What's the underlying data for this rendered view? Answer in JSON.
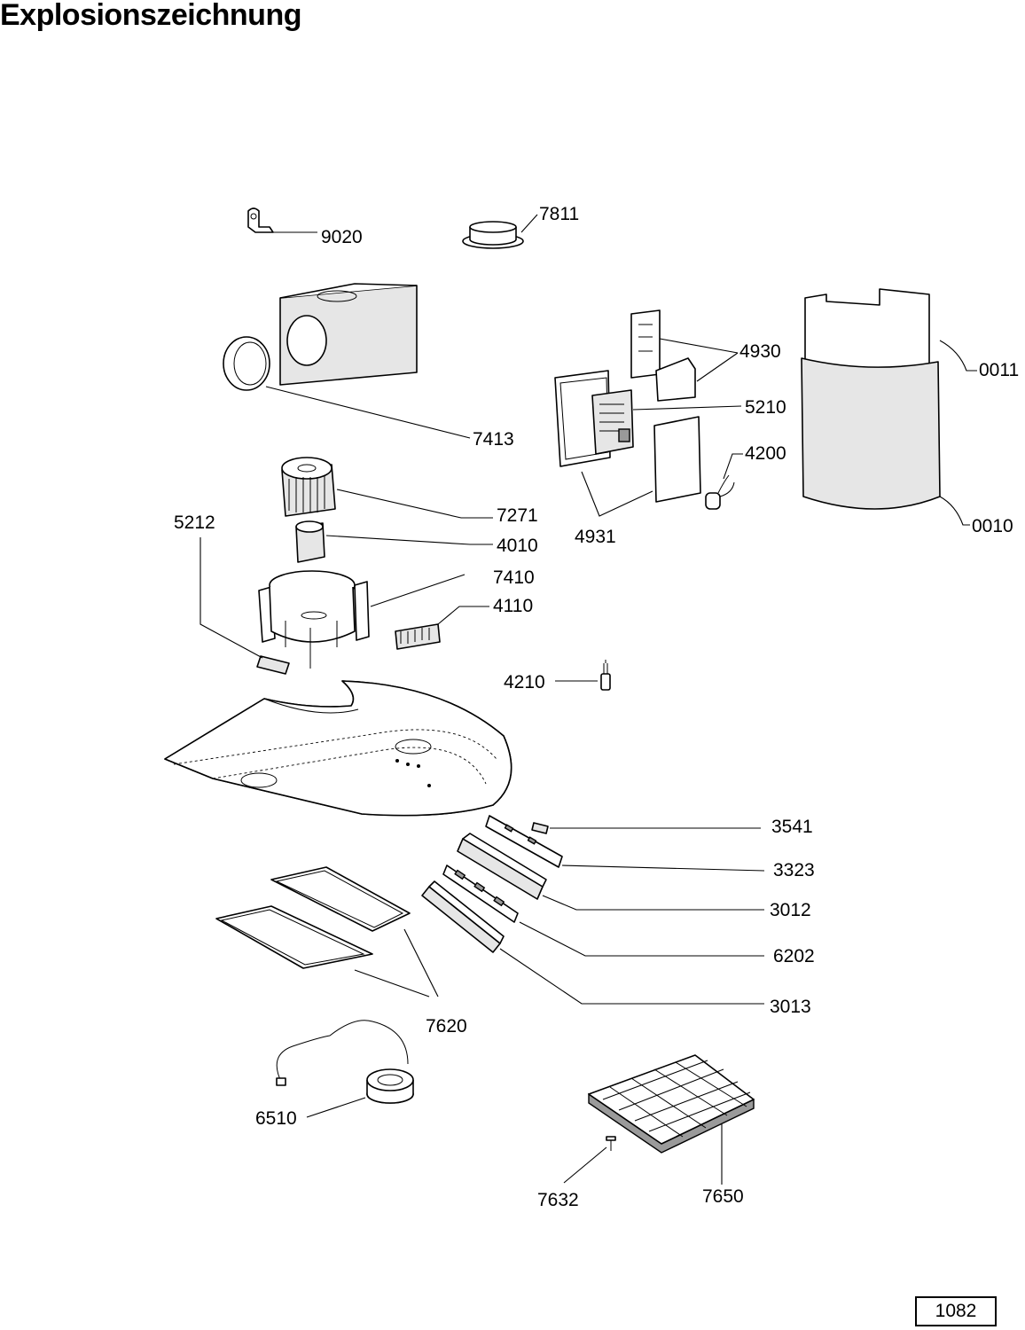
{
  "title": "Explosionszeichnung",
  "page_number": "1082",
  "parts": {
    "p9020": "9020",
    "p7811": "7811",
    "p7413": "7413",
    "p4930": "4930",
    "p0011": "0011",
    "p5210": "5210",
    "p4200": "4200",
    "p0010": "0010",
    "p4931": "4931",
    "p7271": "7271",
    "p5212": "5212",
    "p4010": "4010",
    "p7410": "7410",
    "p4110": "4110",
    "p4210": "4210",
    "p3541": "3541",
    "p3323": "3323",
    "p3012": "3012",
    "p6202": "6202",
    "p3013": "3013",
    "p7620": "7620",
    "p6510": "6510",
    "p7632": "7632",
    "p7650": "7650"
  }
}
